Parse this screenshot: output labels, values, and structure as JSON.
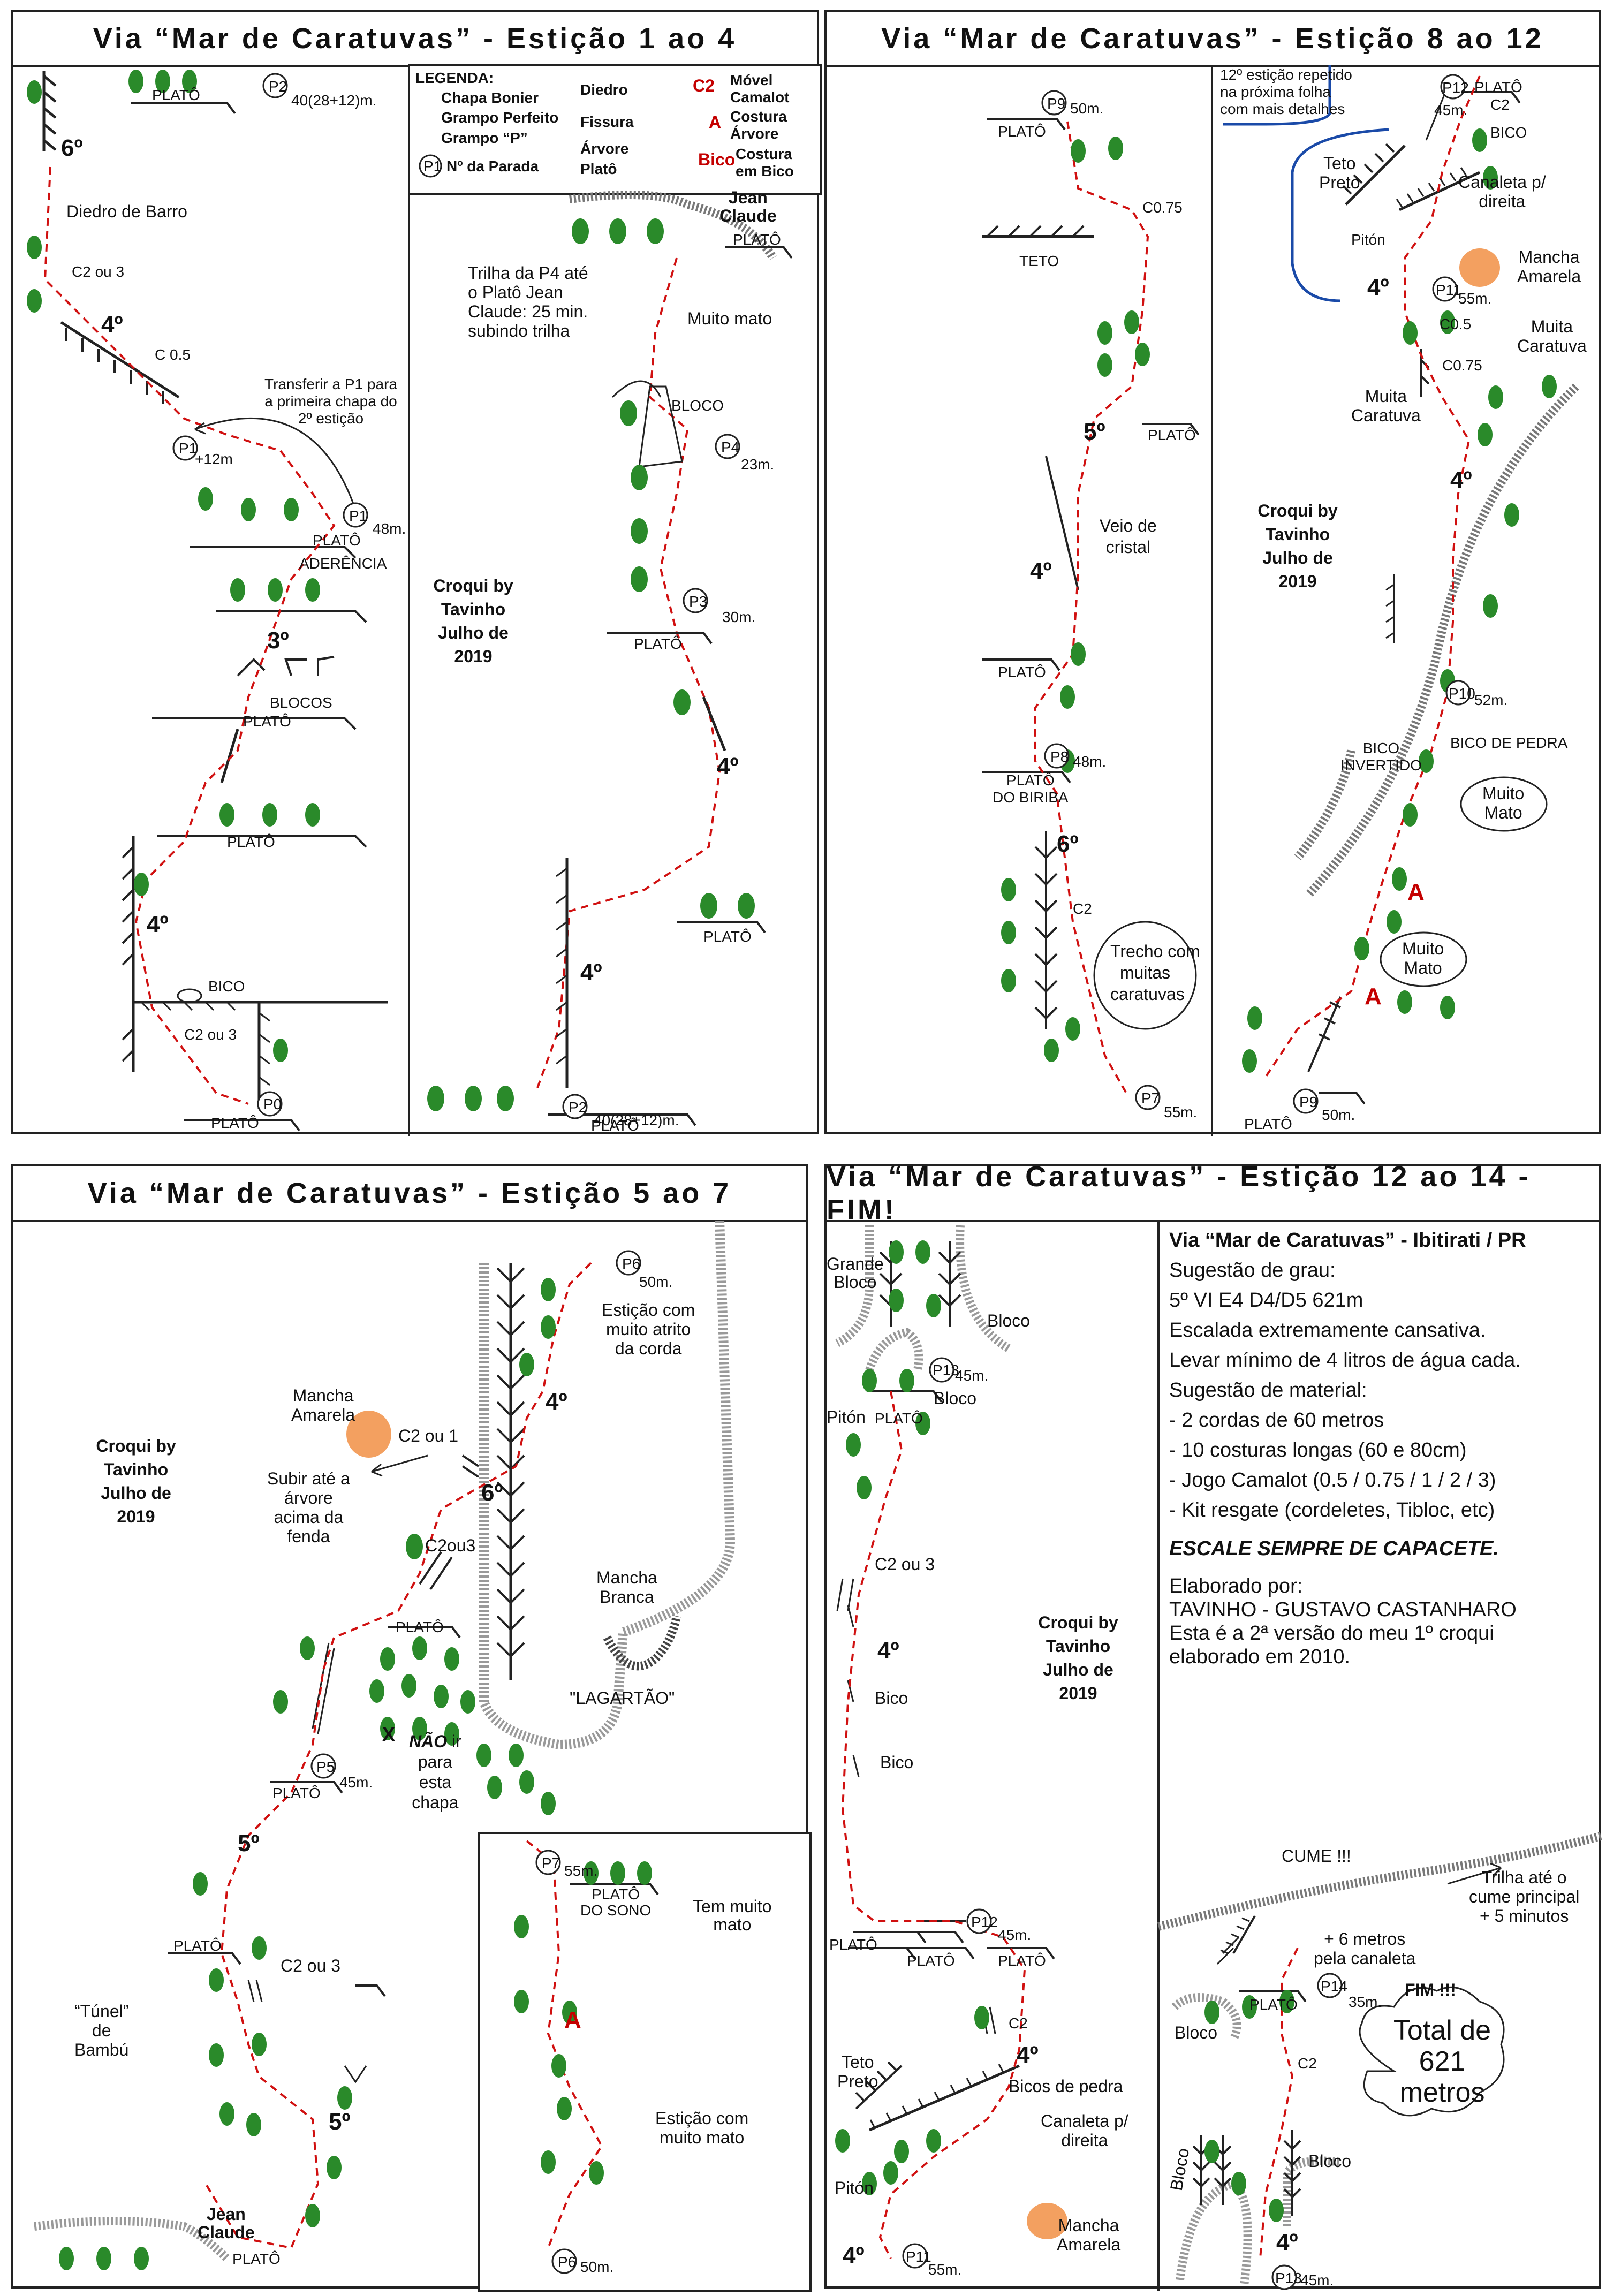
{
  "panels": {
    "p1": {
      "title": "Via “Mar de Caratuvas” - Estição 1 ao 4"
    },
    "p2": {
      "title": "Via “Mar de Caratuvas” - Estição 8 ao 12"
    },
    "p3": {
      "title": "Via “Mar de Caratuvas” - Estição 5 ao 7"
    },
    "p4": {
      "title": "Via “Mar de Caratuvas” - Estição 12 ao 14 - FIM!"
    }
  },
  "legend": {
    "header": "LEGENDA:",
    "chapa": "Chapa Bonier",
    "grampo_perfeito": "Grampo Perfeito",
    "grampo_p": "Grampo “P”",
    "parada_tag": "P1",
    "parada": "Nº da Parada",
    "diedro": "Diedro",
    "fissura": "Fissura",
    "arvore": "Árvore",
    "plato": "Platô",
    "c2_tag": "C2",
    "movel": "Móvel Camalot",
    "a_tag": "A",
    "costura_arvore": "Costura Árvore",
    "bico_tag": "Bico",
    "costura_bico": "Costura em Bico"
  },
  "credit": {
    "l1": "Croqui by",
    "l2": "Tavinho",
    "l3": "Julho de",
    "l4": "2019"
  },
  "common": {
    "plato": "PLATÔ",
    "jean": "Jean",
    "claude": "Claude"
  },
  "p1": {
    "p2_tag": "P2",
    "p2_dist": "40(28+12)m.",
    "grade6": "6º",
    "diedro_barro": "Diedro de Barro",
    "c2ou3": "C2 ou 3",
    "grade4a": "4º",
    "c05": "C 0.5",
    "transfer1": "Transferir a P1 para",
    "transfer2": "a primeira chapa do",
    "transfer3": "2º estição",
    "p1_tag": "P1",
    "p1a_dist": "+12m",
    "p1b_dist": "48m.",
    "aderencia": "ADERÊNCIA",
    "grade3": "3º",
    "blocos": "BLOCOS",
    "grade4b": "4º",
    "bico": "BICO",
    "c2ou3b": "C2 ou 3",
    "p0_tag": "P0",
    "trilha1": "Trilha da P4 até",
    "trilha2": "o Platô Jean",
    "trilha3": "Claude: 25 min.",
    "trilha4": "subindo trilha",
    "muito_mato": "Muito mato",
    "bloco": "BLOCO",
    "p4_tag": "P4",
    "p4_dist": "23m.",
    "p3_tag": "P3",
    "p3_dist": "30m.",
    "grade4c": "4º",
    "grade4d": "4º",
    "p2b_dist": "40(28+12)m."
  },
  "p2": {
    "p9_tag": "P9",
    "p9_dist": "50m.",
    "c075": "C0.75",
    "teto": "TETO",
    "grade5": "5º",
    "veio1": "Veio de",
    "veio2": "cristal",
    "grade4": "4º",
    "p8_tag": "P8",
    "p8_dist": "48m.",
    "plato_biriba1": "PLATÔ",
    "plato_biriba2": "DO BIRIBA",
    "grade6": "6º",
    "c2": "C2",
    "trecho1": "Trecho com",
    "trecho2": "muitas",
    "trecho3": "caratuvas",
    "p7_tag": "P7",
    "p7_dist": "55m.",
    "note1": "12º estição repetido",
    "note2": "na próxima folha",
    "note3": "com mais detalhes",
    "p12_tag": "P12",
    "p12_dist": "45m.",
    "c2b": "C2",
    "bico": "BICO",
    "teto_preto1": "Teto",
    "teto_preto2": "Preto",
    "canaleta1": "Canaleta p/",
    "canaleta2": "direita",
    "piton": "Pitón",
    "mancha1": "Mancha",
    "mancha2": "Amarela",
    "grade4b": "4º",
    "p11_tag": "P11",
    "p11_dist": "55m.",
    "c05": "C0.5",
    "muita1a": "Muita",
    "muita1b": "Caratuva",
    "c075b": "C0.75",
    "muita2a": "Muita",
    "muita2b": "Caratuva",
    "grade4c": "4º",
    "p10_tag": "P10",
    "p10_dist": "52m.",
    "bico_pedra": "BICO DE PEDRA",
    "bico_inv1": "BICO",
    "bico_inv2": "INVERTIDO",
    "mm1a": "Muito",
    "mm1b": "Mato",
    "a1": "A",
    "mm2a": "Muito",
    "mm2b": "Mato",
    "a2": "A",
    "p9b_dist": "50m."
  },
  "p3": {
    "p6_tag": "P6",
    "p6_dist": "50m.",
    "atrito1": "Estição com",
    "atrito2": "muito atrito",
    "atrito3": "da corda",
    "grade4": "4º",
    "mancha1": "Mancha",
    "mancha2": "Amarela",
    "c2ou1": "C2 ou 1",
    "grade6": "6º",
    "subir1": "Subir até a",
    "subir2": "árvore",
    "subir3": "acima da",
    "subir4": "fenda",
    "c2ou3": "C2ou3",
    "branca1": "Mancha",
    "branca2": "Branca",
    "lagartao": "\"LAGARTÃO\"",
    "x": "X",
    "nao1": "NÃO",
    "nao1b": " ir",
    "nao2": "para",
    "nao3": "esta",
    "nao4": "chapa",
    "p5_tag": "P5",
    "p5_dist": "45m.",
    "grade5a": "5º",
    "c2ou3b": "C2 ou 3",
    "tunel1": "“Túnel”",
    "tunel2": "de",
    "tunel3": "Bambú",
    "grade5b": "5º",
    "p7_tag": "P7",
    "p7_dist": "55m.",
    "sono1": "PLATÔ",
    "sono2": "DO SONO",
    "tem1": "Tem muito",
    "tem2": "mato",
    "a": "A",
    "est1": "Estição com",
    "est2": "muito mato",
    "p6b_dist": "50m."
  },
  "p4": {
    "grande1": "Grande",
    "grande2": "Bloco",
    "bloco": "Bloco",
    "p13_tag": "P13",
    "p13_dist": "45m.",
    "bloco2": "Bloco",
    "piton": "Pitón",
    "c2ou3": "C2 ou 3",
    "grade4": "4º",
    "bico1": "Bico",
    "bico2": "Bico",
    "p12_tag": "P12",
    "p12_dist": "45m.",
    "c2": "C2",
    "grade4b": "4º",
    "bicos_pedra": "Bicos de pedra",
    "teto1": "Teto",
    "teto2": "Preto",
    "canaleta1": "Canaleta p/",
    "canaleta2": "direita",
    "piton2": "Pitón",
    "mancha1": "Mancha",
    "mancha2": "Amarela",
    "grade4c": "4º",
    "p11_tag": "P11",
    "p11_dist": "55m.",
    "cume": "CUME !!!",
    "trilha1": "Trilha até o",
    "trilha2": "cume principal",
    "trilha3": "+ 5 minutos",
    "seis1": "+ 6 metros",
    "seis2": "pela canaleta",
    "p14_tag": "P14",
    "p14_dist": "35m.",
    "fim": "FIM !!!",
    "bloco3": "Bloco",
    "c2b": "C2",
    "bloco4": "Bloco",
    "bloco5": "Bloco",
    "grade4d": "4º",
    "p13b_dist": "45m.",
    "total1": "Total de",
    "total2": "621",
    "total3": "metros"
  },
  "info": {
    "title": "Via “Mar de Caratuvas” - Ibitirati / PR",
    "l1": "Sugestão de grau:",
    "l2": "5º VI E4 D4/D5 621m",
    "l3": "Escalada extremamente cansativa.",
    "l4": "Levar mínimo de 4 litros de água cada.",
    "l5": "Sugestão de material:",
    "l6": "- 2 cordas de 60 metros",
    "l7": "- 10 costuras longas (60 e 80cm)",
    "l8": "- Jogo Camalot (0.5 / 0.75 / 1 / 2 / 3)",
    "l9": "- Kit resgate (cordeletes, Tibloc, etc)",
    "l10": "ESCALE SEMPRE DE CAPACETE.",
    "l11": "Elaborado por:",
    "l12": "TAVINHO - GUSTAVO CASTANHARO",
    "l13": "Esta é a 2ª versão do meu 1º croqui",
    "l14": "elaborado em 2010."
  },
  "colors": {
    "route": "#d01010",
    "tree": "#2a8a2a",
    "rock": "#888888",
    "blue": "#1a4aa8",
    "mancha": "#f3a060"
  }
}
